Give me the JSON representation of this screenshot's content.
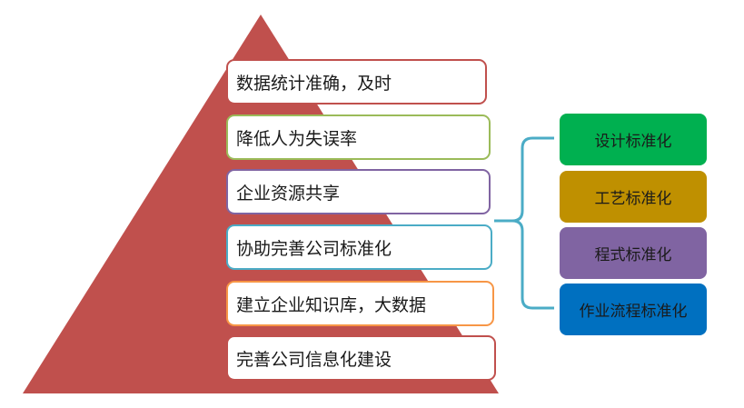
{
  "pyramid": {
    "color": "#C0504D",
    "levels": [
      {
        "label": "数据统计准确，及时",
        "border": "#C0504D"
      },
      {
        "label": "降低人为失误率",
        "border": "#9BBB59"
      },
      {
        "label": "企业资源共享",
        "border": "#8064A2"
      },
      {
        "label": "协助完善公司标准化",
        "border": "#4BACC6"
      },
      {
        "label": "建立企业知识库，大数据",
        "border": "#F79646"
      },
      {
        "label": "完善公司信息化建设",
        "border": "#C0504D"
      }
    ]
  },
  "bracket_color": "#4BACC6",
  "standards": [
    {
      "label": "设计标准化",
      "color": "#00B050"
    },
    {
      "label": "工艺标准化",
      "color": "#BF9000"
    },
    {
      "label": "程式标准化",
      "color": "#8064A2"
    },
    {
      "label": "作业流程标准化",
      "color": "#0070C0"
    }
  ]
}
